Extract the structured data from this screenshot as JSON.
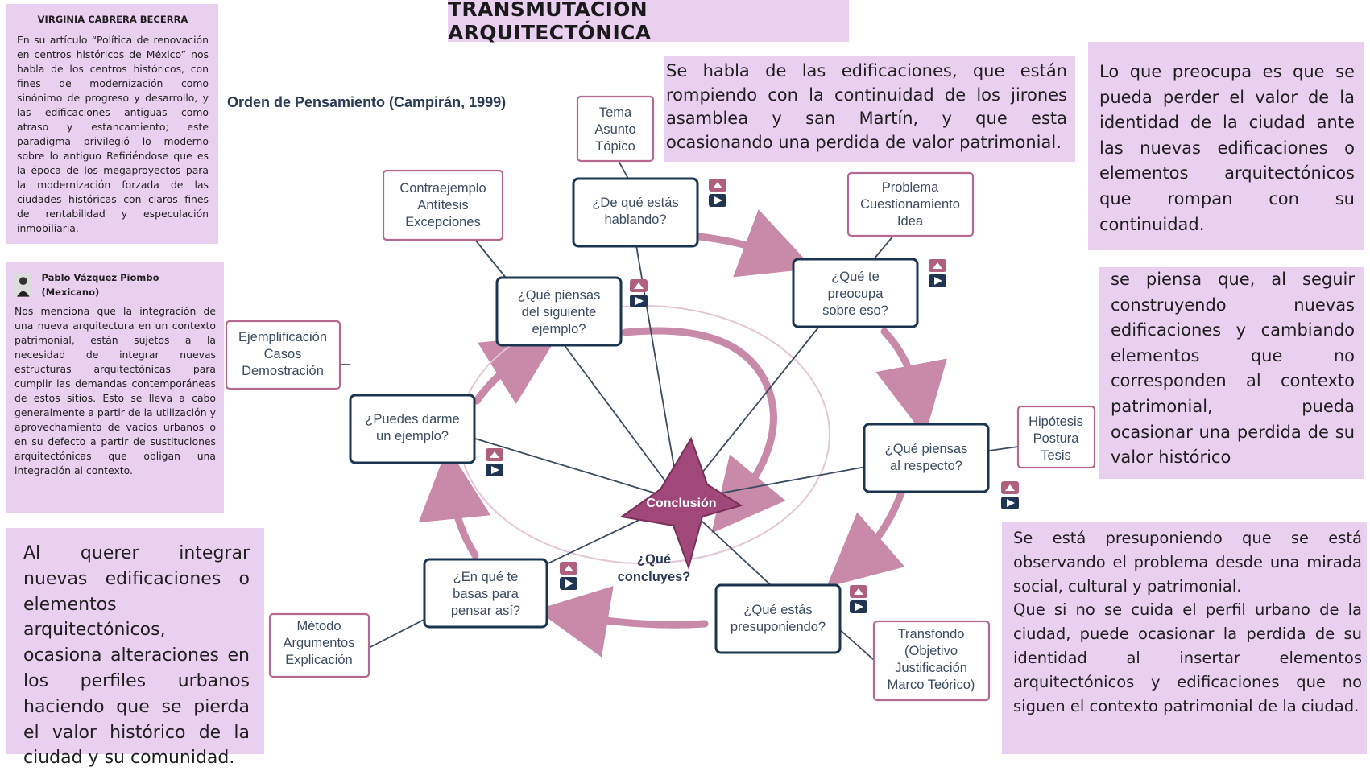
{
  "title": "TRANSMUTACIÓN ARQUITECTÓNICA",
  "diagram_title": "Orden de Pensamiento (Campirán, 1999)",
  "center_label": "Conclusión",
  "center_question": [
    "¿Qué",
    "concluyes?"
  ],
  "notes": {
    "virginia": {
      "author": "VIRGINIA CABRERA BECERRA",
      "text": "En su artículo “Política de renovación en centros históricos de México” nos habla de los centros históricos, con fines de modernización como sinónimo de progreso y desarrollo, y las edificaciones antiguas como atraso y estancamiento; este paradigma privilegió lo moderno sobre lo antiguo Refiriéndose que es la época de los megaproyectos para la modernización forzada de las ciudades históricas con claros fines de rentabilidad y especulación inmobiliaria."
    },
    "pablo": {
      "author": "Pablo Vázquez Piombo (Mexicano)",
      "text": "Nos menciona que la integración de una nueva arquitectura en un contexto patrimonial, están sujetos a la necesidad de integrar nuevas estructuras arquitectónicas para cumplir las demandas contemporáneas de estos sitios. Esto se lleva a cabo generalmente a partir de la utilización y aprovechamiento de vacíos urbanos o en su defecto a partir de sustituciones arquitectónicas que obligan una integración al contexto."
    },
    "bottom_left": "Al querer integrar nuevas edificaciones o elementos arquitectónicos, ocasiona alteraciones en los perfiles urbanos haciendo que se pierda el valor histórico de la ciudad y su comunidad.",
    "top_middle": "Se habla de las edificaciones, que están rompiendo con la continuidad de los jirones asamblea y san Martín, y que esta ocasionando una perdida de valor patrimonial.",
    "top_right": "Lo que preocupa es que se pueda perder el valor de la identidad de la ciudad ante las nuevas edificaciones o elementos arquitectónicos que rompan con su continuidad.",
    "mid_right": "se piensa que, al seguir construyendo nuevas edificaciones y cambiando elementos que no corresponden al contexto patrimonial, pueda ocasionar una perdida de su valor histórico",
    "bottom_right_1": "Se está presuponiendo que se está observando el problema desde una mirada social, cultural y patrimonial.",
    "bottom_right_2": "Que si no se cuida el perfil urbano de la ciudad, puede ocasionar la perdida de su identidad al insertar elementos arquitectónicos y edificaciones que no siguen el contexto patrimonial de la ciudad."
  },
  "questions": {
    "hablando": [
      "¿De qué estás",
      "hablando?"
    ],
    "preocupa": [
      "¿Qué te",
      "preocupa",
      "sobre eso?"
    ],
    "respecto": [
      "¿Qué piensas",
      "al respecto?"
    ],
    "presuponiendo": [
      "¿Qué estás",
      "presuponiendo?"
    ],
    "basas": [
      "¿En qué te",
      "basas para",
      "pensar así?"
    ],
    "ejemplo": [
      "¿Puedes darme",
      "un ejemplo?"
    ],
    "siguiente": [
      "¿Qué piensas",
      "del siguiente",
      "ejemplo?"
    ]
  },
  "side_labels": {
    "tema": [
      "Tema",
      "Asunto",
      "Tópico"
    ],
    "problema": [
      "Problema",
      "Cuestionamiento",
      "Idea"
    ],
    "hipotesis": [
      "Hipótesis",
      "Postura",
      "Tesis"
    ],
    "transfondo": [
      "Transfondo",
      "(Objetivo",
      "Justificación",
      "Marco Teórico)"
    ],
    "metodo": [
      "Método",
      "Argumentos",
      "Explicación"
    ],
    "ejemplificacion": [
      "Ejemplificación",
      "Casos",
      "Demostración"
    ],
    "contraejemplo": [
      "Contraejemplo",
      "Antítesis",
      "Excepciones"
    ]
  },
  "colors": {
    "note_bg": "#ead0f0",
    "arrow": "#c98aaa",
    "star": "#a0487a",
    "box_border": "#1b3550",
    "side_border": "#b46a90"
  }
}
